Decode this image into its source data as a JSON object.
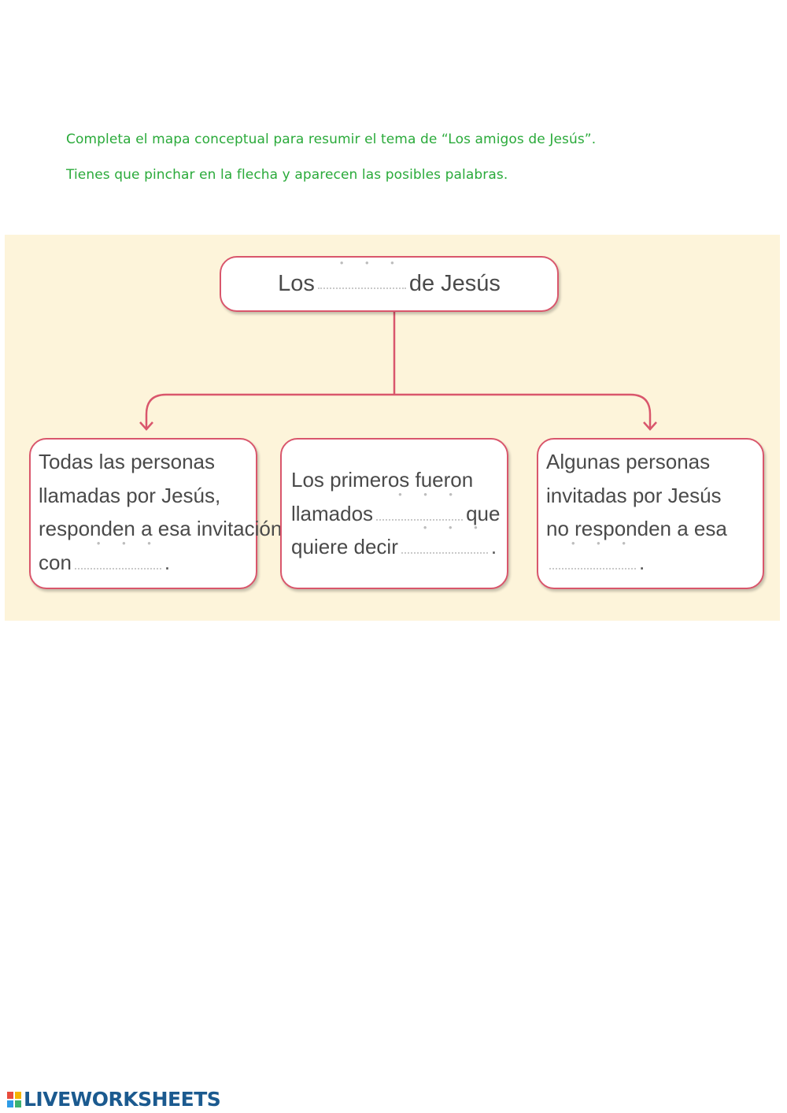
{
  "instructions": {
    "line1": "Completa el mapa conceptual para resumir el tema de “Los amigos de Jesús”.",
    "line2": "Tienes que pinchar en la flecha y aparecen las posibles palabras."
  },
  "concept_map": {
    "title": {
      "before": "Los",
      "after": "de Jesús"
    },
    "left_box": {
      "line1": "Todas las personas",
      "line2": "llamadas por Jesús,",
      "line3": "responden a esa invitación",
      "line4_before": "con",
      "line4_after": "."
    },
    "middle_box": {
      "line1": "Los primeros fueron",
      "line2_before": "llamados",
      "line2_after": "que",
      "line3_before": "quiere decir",
      "line3_after": "."
    },
    "right_box": {
      "line1": "Algunas personas",
      "line2": "invitadas por Jesús",
      "line3": "no responden a esa",
      "line4_after": "."
    },
    "blank_dots": "• • •",
    "colors": {
      "border": "#d9566c",
      "panel_background": "#fdf4da",
      "instructions": "#2aaa3a"
    }
  },
  "footer": {
    "logo_text": "LIVEWORKSHEETS"
  }
}
